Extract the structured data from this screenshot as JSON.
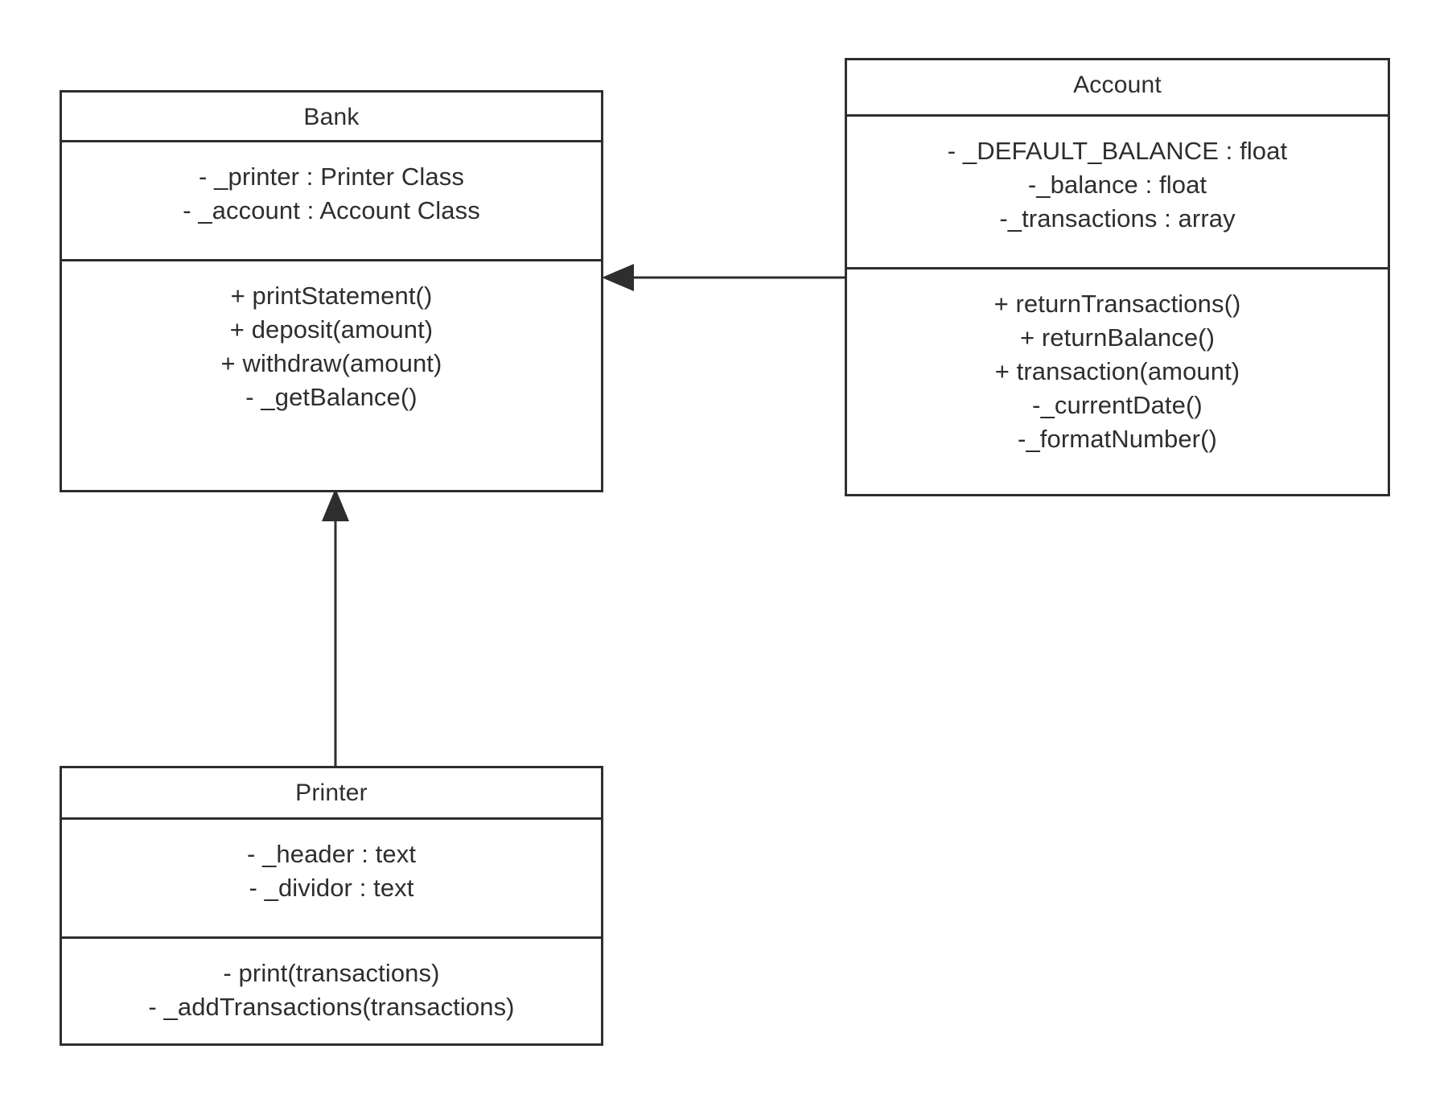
{
  "diagram": {
    "type": "uml-class-diagram",
    "background_color": "#ffffff",
    "line_color": "#2e2e2e",
    "text_color": "#2e2e2e",
    "classes": [
      {
        "id": "bank",
        "name": "Bank",
        "attributes": [
          "- _printer : Printer Class",
          "- _account : Account Class"
        ],
        "methods": [
          "+ printStatement()",
          "+ deposit(amount)",
          "+ withdraw(amount)",
          "- _getBalance()"
        ]
      },
      {
        "id": "account",
        "name": "Account",
        "attributes": [
          "- _DEFAULT_BALANCE : float",
          "-_balance : float",
          "-_transactions : array"
        ],
        "methods": [
          "+ returnTransactions()",
          "+ returnBalance()",
          "+ transaction(amount)",
          "-_currentDate()",
          "-_formatNumber()"
        ]
      },
      {
        "id": "printer",
        "name": "Printer",
        "attributes": [
          "- _header : text",
          "- _dividor : text"
        ],
        "methods": [
          "- print(transactions)",
          "- _addTransactions(transactions)"
        ]
      }
    ],
    "relationships": [
      {
        "id": "account-to-bank",
        "from": "account",
        "to": "bank",
        "arrow": "solid-filled-arrowhead",
        "direction": "left"
      },
      {
        "id": "printer-to-bank",
        "from": "printer",
        "to": "bank",
        "arrow": "solid-filled-arrowhead",
        "direction": "up"
      }
    ]
  }
}
